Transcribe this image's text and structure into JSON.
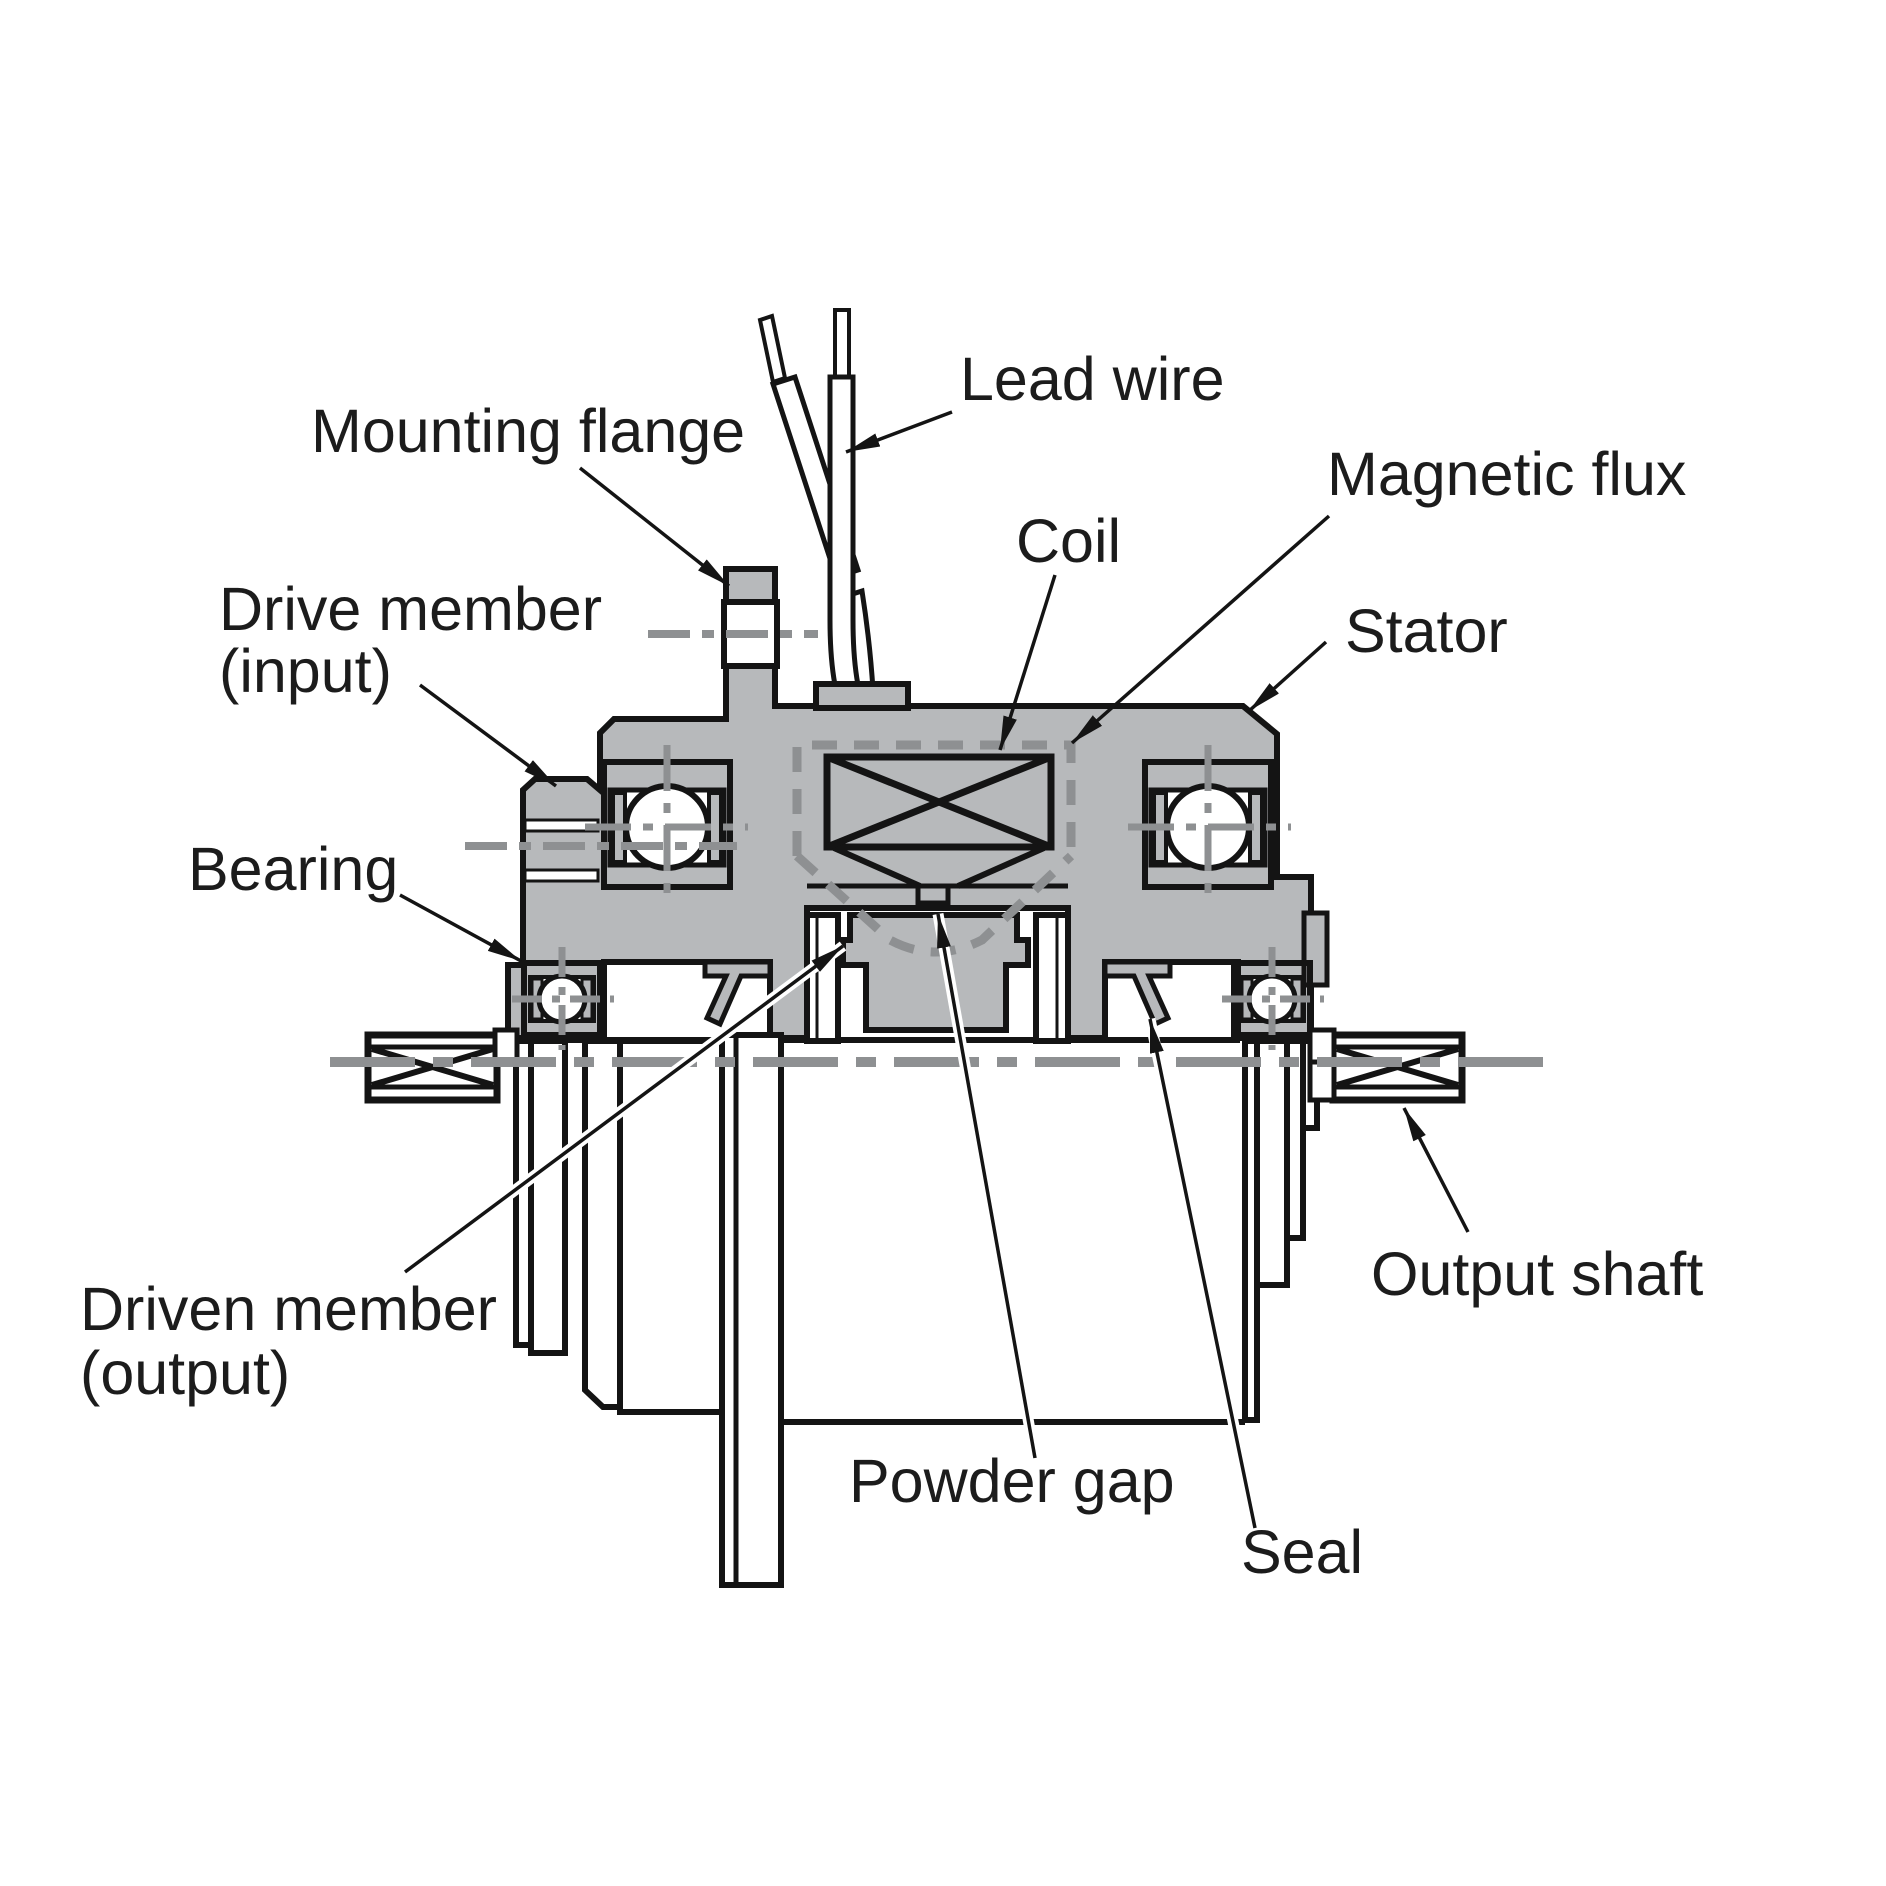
{
  "diagram": {
    "type": "cross-section technical diagram of a magnetic powder clutch",
    "labels": {
      "lead_wire": "Lead wire",
      "mounting_flange": "Mounting flange",
      "magnetic_flux": "Magnetic flux",
      "coil": "Coil",
      "stator": "Stator",
      "drive_member_line1": "Drive member",
      "drive_member_line2": "(input)",
      "bearing": "Bearing",
      "driven_member_line1": "Driven member",
      "driven_member_line2": "(output)",
      "powder_gap": "Powder gap",
      "seal": "Seal",
      "output_shaft": "Output shaft"
    },
    "colors": {
      "background": "#ffffff",
      "body_gray": "#b7b9bb",
      "outline_black": "#141414",
      "centerline_gray": "#8e9092"
    }
  }
}
